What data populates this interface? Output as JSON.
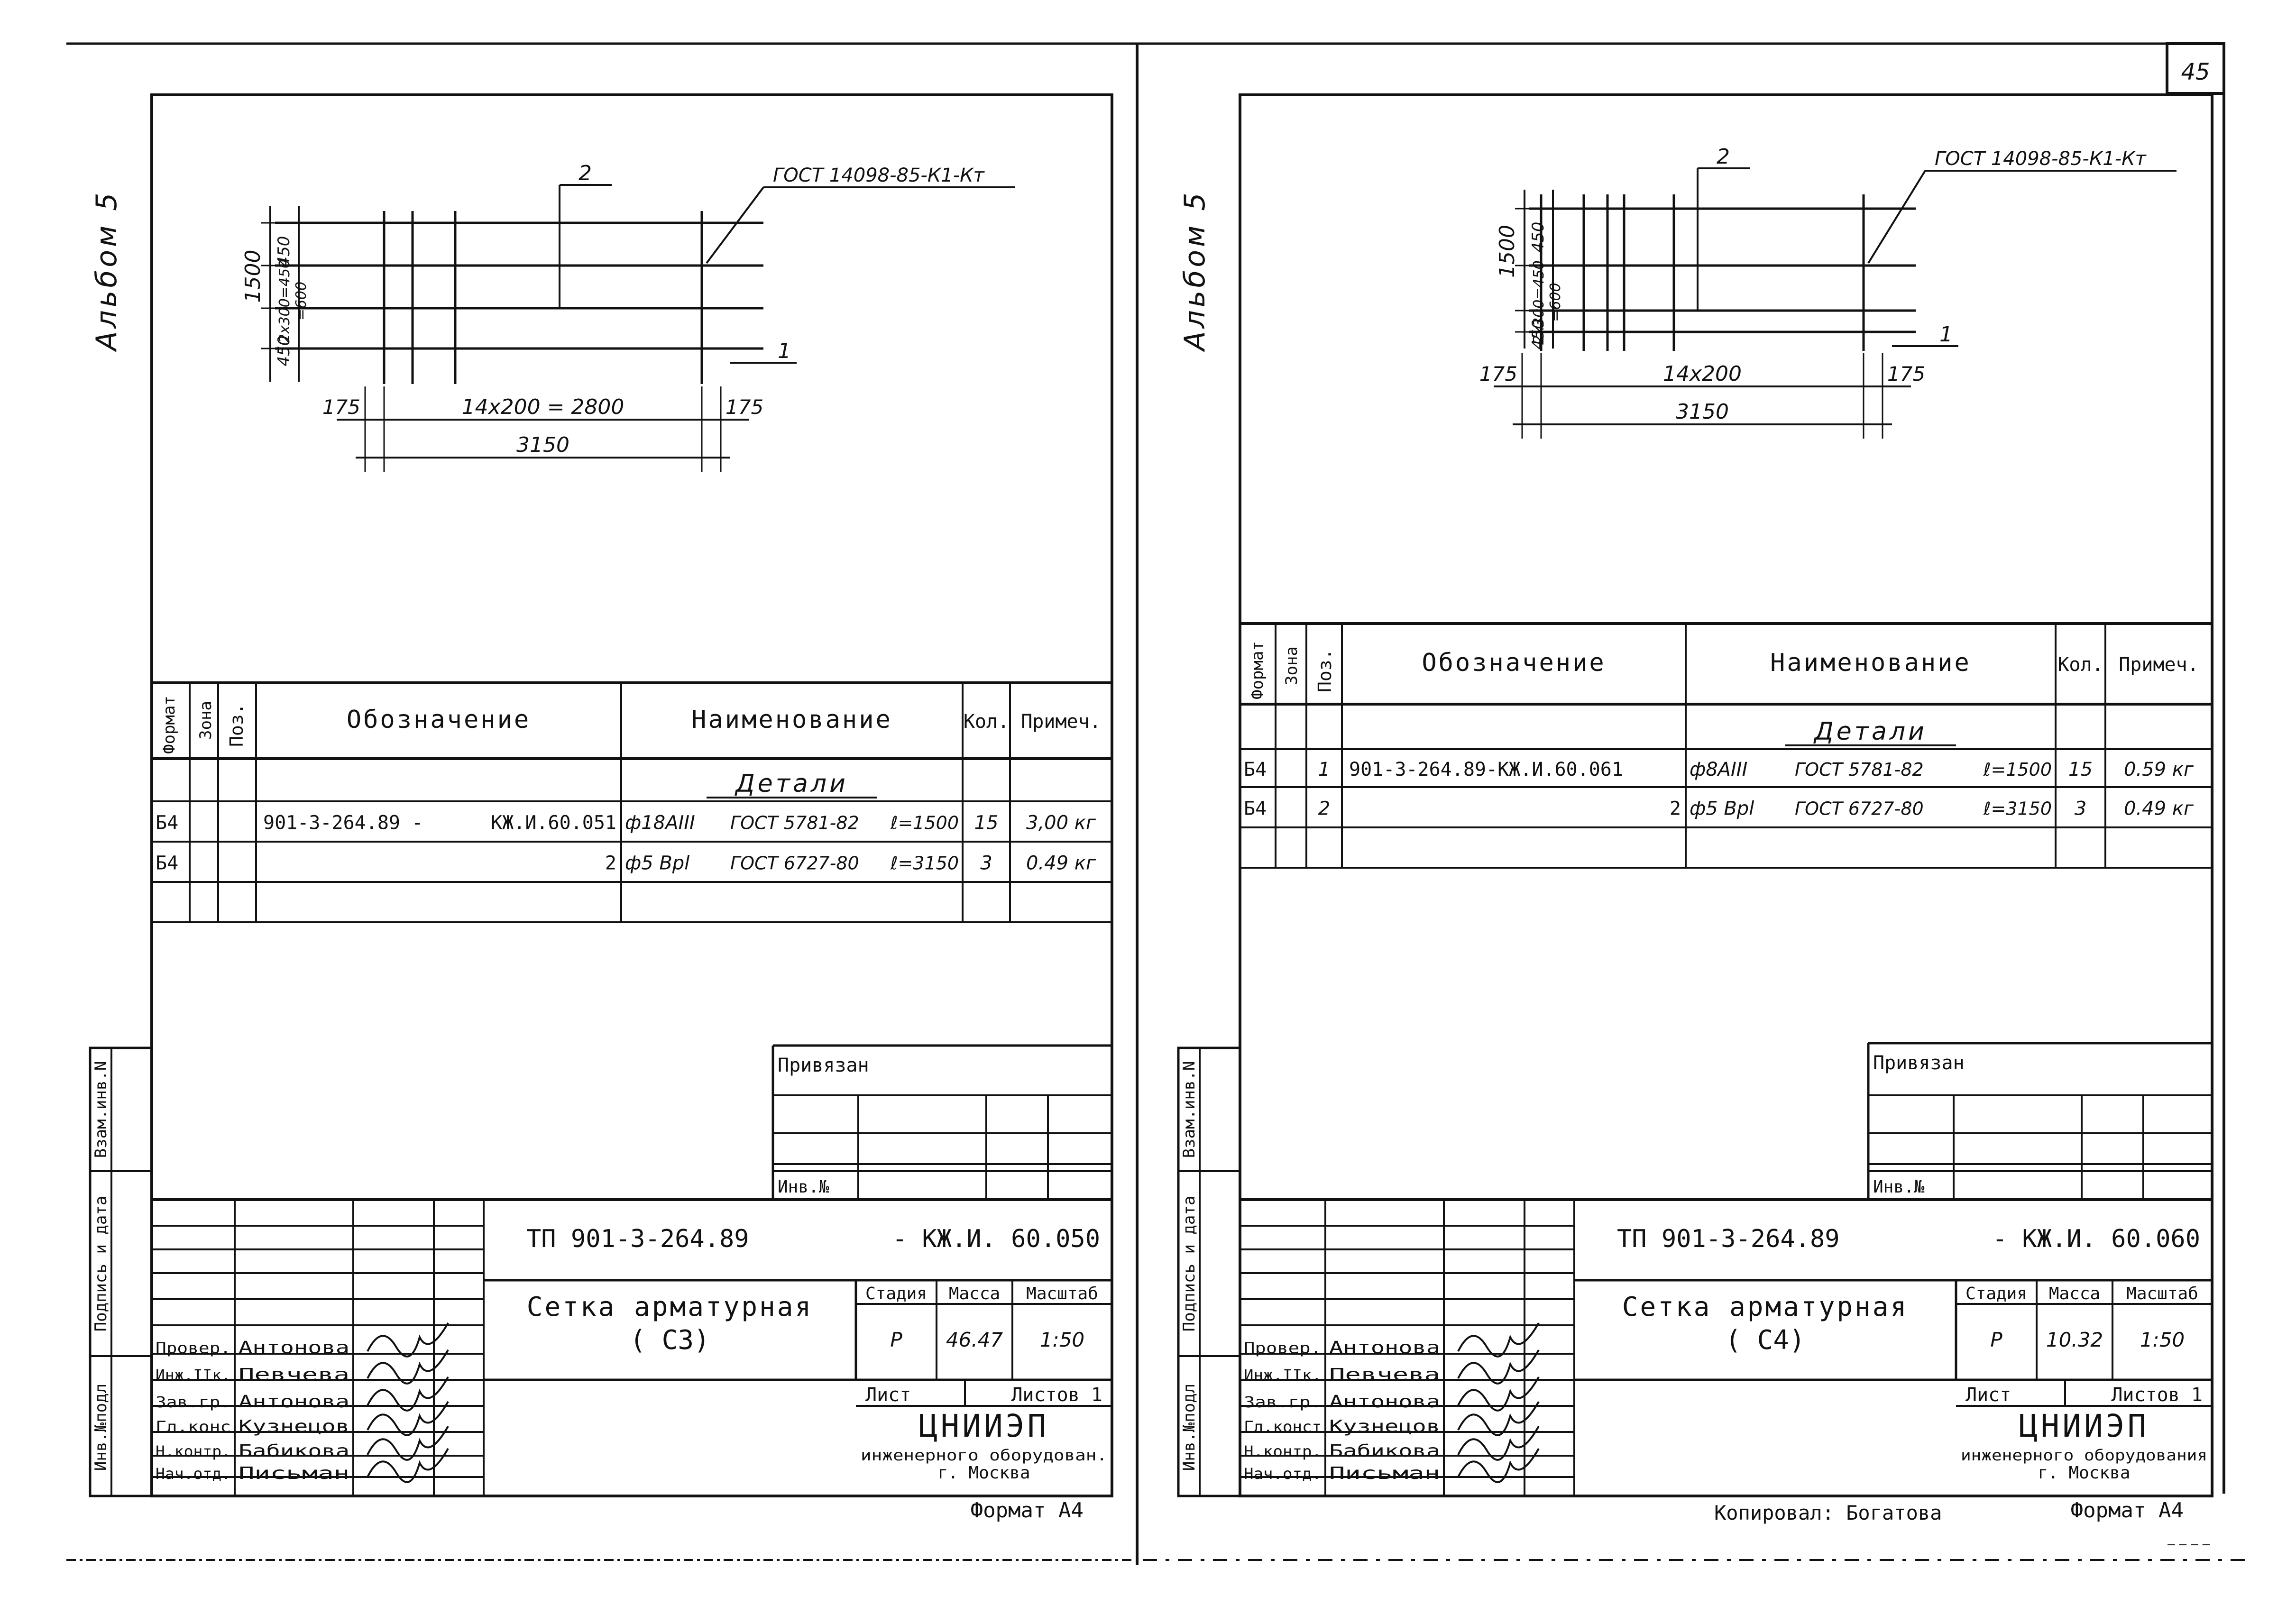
{
  "page_number": "45",
  "sheets": [
    {
      "album": "Альбом 5",
      "drawing": {
        "gost": "ГОСТ 14098-85-К1-Кт",
        "callout_1": "1",
        "callout_2": "2",
        "dim_height": "1500",
        "dim_mid": "2х300=450",
        "dim_mid2": "=600",
        "dim_top": "450",
        "dim_bottom": "450",
        "dim_left": "175",
        "dim_right": "175",
        "dim_span": "14х200 = 2800",
        "dim_total": "3150"
      },
      "spec": {
        "headers": {
          "format": "Формат",
          "zone": "Зона",
          "pos": "Поз.",
          "designation": "Обозначение",
          "name": "Наименование",
          "qty": "Кол.",
          "note": "Примеч."
        },
        "section": "Детали",
        "rows": [
          {
            "format": "Б4",
            "pos": "",
            "designation_a": "901-3-264.89 -",
            "designation_b": "КЖ.И.60.051",
            "name_a": "ф18АIII",
            "name_b": "ГОСТ 5781-82",
            "name_c": "ℓ=1500",
            "qty": "15",
            "note": "3,00 кг"
          },
          {
            "format": "Б4",
            "pos": "",
            "designation_a": "",
            "designation_b": "2",
            "name_a": "ф5 Bpl",
            "name_b": "ГОСТ 6727-80",
            "name_c": "ℓ=3150",
            "qty": "3",
            "note": "0.49 кг"
          }
        ]
      },
      "side_stamp": {
        "a": "Взам.инв.N",
        "b": "Подпись и дата",
        "c": "Инв.№подл"
      },
      "privyazan": "Привязан",
      "inv_no": "Инв.№",
      "title_block": {
        "code": "ТП 901-3-264.89",
        "code_suffix": "- КЖ.И. 60.050",
        "title_line1": "Сетка арматурная",
        "title_line2": "( С3)",
        "col_stage": "Стадия",
        "col_mass": "Масса",
        "col_scale": "Масштаб",
        "stage": "Р",
        "mass": "46.47",
        "scale": "1:50",
        "sheet_label": "Лист",
        "sheets_label": "Листов 1",
        "org": "ЦНИИЭП",
        "org_sub1": "инженерного оборудован.",
        "org_sub2": "г. Москва",
        "roles": [
          "Провер.",
          "Инж.IIк.",
          "Зав.гр.",
          "Гл.конс",
          "Н.контр.",
          "Нач.отд."
        ],
        "names": [
          "Антонова",
          "Певчева",
          "Антонова",
          "Кузнецов",
          "Бабикова",
          "Письман"
        ]
      },
      "format_label": "Формат А4",
      "copied": ""
    },
    {
      "album": "Альбом 5",
      "drawing": {
        "gost": "ГОСТ 14098-85-К1-Кт",
        "callout_1": "1",
        "callout_2": "2",
        "dim_height": "1500",
        "dim_mid": "2х300=450",
        "dim_mid2": "=600",
        "dim_top": "450",
        "dim_bottom": "450",
        "dim_left": "175",
        "dim_right": "175",
        "dim_span": "14х200",
        "dim_total": "3150"
      },
      "spec": {
        "headers": {
          "format": "Формат",
          "zone": "Зона",
          "pos": "Поз.",
          "designation": "Обозначение",
          "name": "Наименование",
          "qty": "Кол.",
          "note": "Примеч."
        },
        "section": "Детали",
        "rows": [
          {
            "format": "Б4",
            "pos": "1",
            "designation_a": "901-3-264.89-КЖ.И.60.061",
            "designation_b": "",
            "name_a": "ф8АIII",
            "name_b": "ГОСТ 5781-82",
            "name_c": "ℓ=1500",
            "qty": "15",
            "note": "0.59 кг"
          },
          {
            "format": "Б4",
            "pos": "2",
            "designation_a": "",
            "designation_b": "2",
            "name_a": "ф5 Bpl",
            "name_b": "ГОСТ 6727-80",
            "name_c": "ℓ=3150",
            "qty": "3",
            "note": "0.49 кг"
          }
        ]
      },
      "side_stamp": {
        "a": "Взам.инв.N",
        "b": "Подпись и дата",
        "c": "Инв.№подл"
      },
      "privyazan": "Привязан",
      "inv_no": "Инв.№",
      "title_block": {
        "code": "ТП 901-3-264.89",
        "code_suffix": "- КЖ.И. 60.060",
        "title_line1": "Сетка арматурная",
        "title_line2": "( С4)",
        "col_stage": "Стадия",
        "col_mass": "Масса",
        "col_scale": "Масштаб",
        "stage": "Р",
        "mass": "10.32",
        "scale": "1:50",
        "sheet_label": "Лист",
        "sheets_label": "Листов 1",
        "org": "ЦНИИЭП",
        "org_sub1": "инженерного оборудования",
        "org_sub2": "г. Москва",
        "roles": [
          "Провер.",
          "Инж.IIк.",
          "Зав.гр.",
          "Гл.конст",
          "Н.контр.",
          "Нач.отд."
        ],
        "names": [
          "Антонова",
          "Певчева",
          "Антонова",
          "Кузнецов",
          "Бабикова",
          "Письман"
        ]
      },
      "format_label": "Формат А4",
      "copied": "Копировал: Богатова"
    }
  ]
}
